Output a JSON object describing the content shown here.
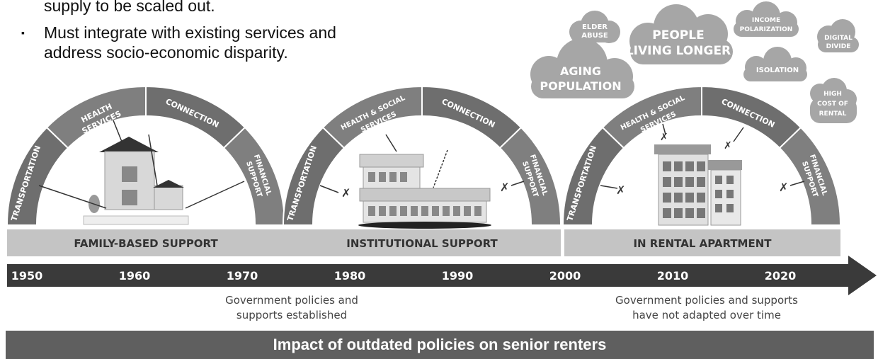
{
  "intro": {
    "line0": "supply to be scaled out.",
    "bullet_line1": "Must integrate with existing services and",
    "bullet_line2": "address socio-economic disparity."
  },
  "clouds": {
    "elder_abuse": [
      "ELDER",
      "ABUSE"
    ],
    "people_living_longer": [
      "PEOPLE",
      "LIVING LONGER"
    ],
    "income_polarization": [
      "INCOME",
      "POLARIZATION"
    ],
    "digital_divide": [
      "DIGITAL",
      "DIVIDE"
    ],
    "aging_population": [
      "AGING",
      "POPULATION"
    ],
    "isolation": [
      "ISOLATION"
    ],
    "high_cost_of_rental": [
      "HIGH",
      "COST OF",
      "RENTAL"
    ]
  },
  "eras": [
    {
      "label": "FAMILY-BASED SUPPORT",
      "segments": {
        "transportation": "TRANSPORTATION",
        "health": [
          "HEALTH",
          "SERVICES"
        ],
        "connection": "CONNECTION",
        "financial": [
          "FINANCIAL",
          "SUPPORT"
        ]
      }
    },
    {
      "label": "INSTITUTIONAL SUPPORT",
      "segments": {
        "transportation": "TRANSPORTATION",
        "health": [
          "HEALTH & SOCIAL",
          "SERVICES"
        ],
        "connection": "CONNECTION",
        "financial": [
          "FINANCIAL",
          "SUPPORT"
        ]
      }
    },
    {
      "label": "IN RENTAL APARTMENT",
      "segments": {
        "transportation": "TRANSPORTATION",
        "health": [
          "HEALTH & SOCIAL",
          "SERVICES"
        ],
        "connection": "CONNECTION",
        "financial": [
          "FINANCIAL",
          "SUPPORT"
        ]
      }
    }
  ],
  "timeline": {
    "years": [
      "1950",
      "1960",
      "1970",
      "1980",
      "1990",
      "2000",
      "2010",
      "2020"
    ]
  },
  "notes": {
    "left": [
      "Government policies and",
      "supports established"
    ],
    "right": [
      "Government policies and supports",
      "have not adapted over time"
    ]
  },
  "footer": "Impact of outdated policies on senior renters",
  "colors": {
    "arc_dark": "#6e6e6e",
    "arc_mid": "#7f7f7f",
    "label_bar": "#c4c4c4",
    "timeline": "#3a3a3a",
    "cloud": "#a6a6a6",
    "footer": "#5f5f5f"
  }
}
